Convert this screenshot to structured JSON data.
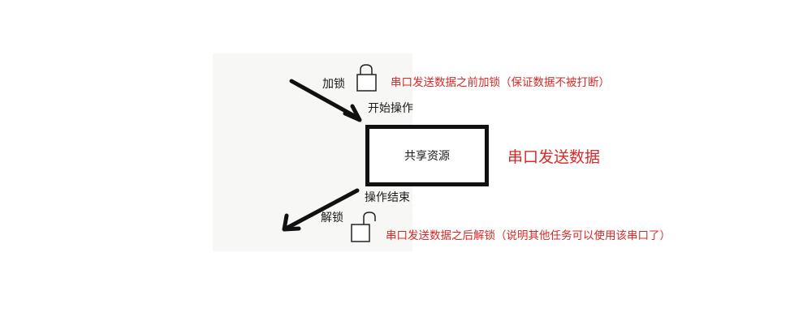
{
  "diagram": {
    "lock_label": "加锁",
    "start_label": "开始操作",
    "resource_label": "共享资源",
    "end_label": "操作结束",
    "unlock_label": "解锁",
    "lock_note": "串口发送数据之前加锁（保证数据不被打断）",
    "resource_note": "串口发送数据",
    "unlock_note": "串口发送数据之后解锁（说明其他任务可以使用该串口了）"
  },
  "icons": {
    "lock": "padlock-closed-icon",
    "unlock": "padlock-open-icon"
  },
  "colors": {
    "annotation": "#d42a2a",
    "ink": "#111111"
  }
}
